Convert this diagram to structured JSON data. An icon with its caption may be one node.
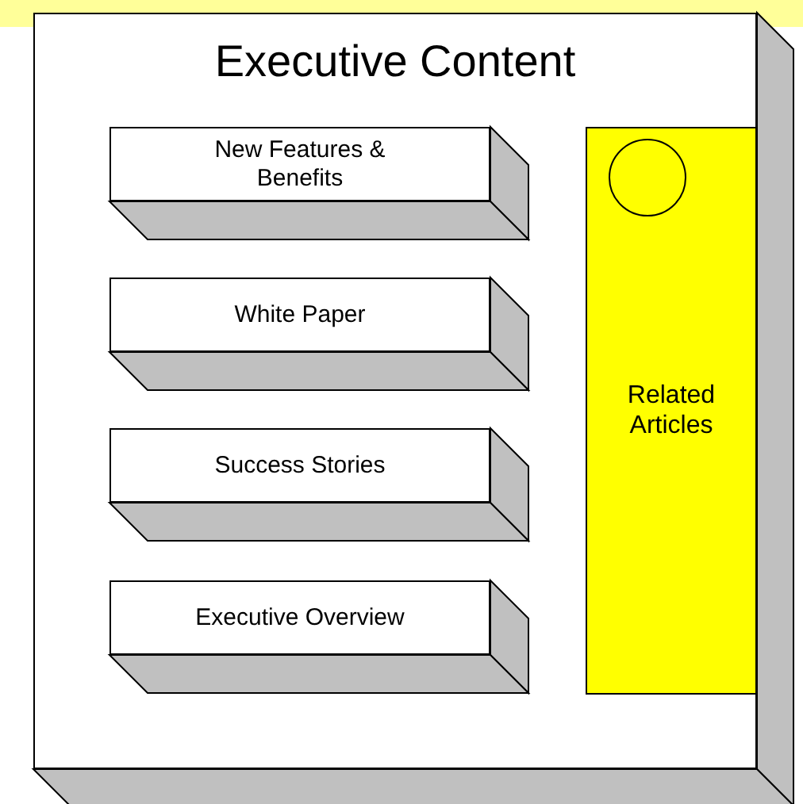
{
  "diagram": {
    "nodes": [
      {
        "text": [
          "Executive Content"
        ]
      },
      {
        "text": [
          "New Features & Benefits"
        ],
        "in": 0
      },
      {
        "text": [
          "White Paper"
        ],
        "in": 0
      },
      {
        "text": [
          "Success Stories"
        ],
        "in": 0
      },
      {
        "text": [
          "Executive Overview"
        ],
        "in": 0
      },
      {
        "text": [
          "Related Articles"
        ],
        "in": 0
      }
    ]
  }
}
